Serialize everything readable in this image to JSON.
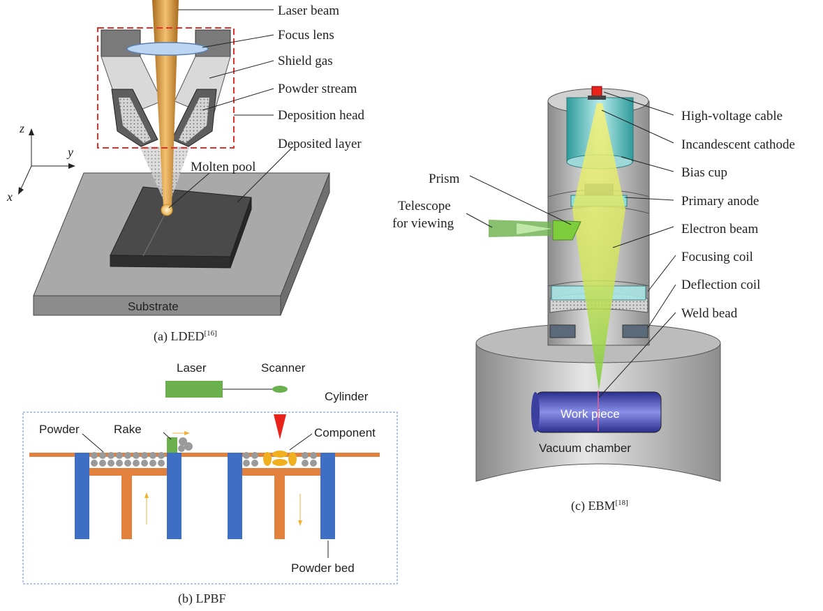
{
  "panel_a": {
    "labels": {
      "laser_beam": "Laser beam",
      "focus_lens": "Focus lens",
      "shield_gas": "Shield gas",
      "powder_stream": "Powder stream",
      "deposition_head": "Deposition head",
      "deposited_layer": "Deposited layer",
      "molten_pool": "Molten pool",
      "substrate": "Substrate"
    },
    "axes": {
      "z": "z",
      "y": "y",
      "x": "x"
    },
    "caption": "(a) LDED",
    "caption_ref": "[16]"
  },
  "panel_b": {
    "labels": {
      "laser": "Laser",
      "scanner": "Scanner",
      "cylinder": "Cylinder",
      "powder": "Powder",
      "rake": "Rake",
      "component": "Component",
      "powder_bed": "Powder bed"
    },
    "caption": "(b) LPBF"
  },
  "panel_c": {
    "labels": {
      "high_voltage_cable": "High-voltage cable",
      "incandescent_cathode": "Incandescent cathode",
      "bias_cup": "Bias cup",
      "primary_anode": "Primary anode",
      "electron_beam": "Electron beam",
      "focusing_coil": "Focusing coil",
      "deflection_coil": "Deflection coil",
      "weld_bead": "Weld bead",
      "prism": "Prism",
      "telescope_line1": "Telescope",
      "telescope_line2": "for viewing",
      "work_piece": "Work piece",
      "vacuum_chamber": "Vacuum chamber"
    },
    "caption": "(c) EBM",
    "caption_ref": "[18]"
  },
  "colors": {
    "beam_orange": "#d9962a",
    "powder_blue": "#3f6fc4",
    "platform_orange": "#e2803e",
    "laser_green": "#6ab04c",
    "nozzle_red": "#e8231c",
    "workpiece_blue": "#4a4fb8"
  }
}
